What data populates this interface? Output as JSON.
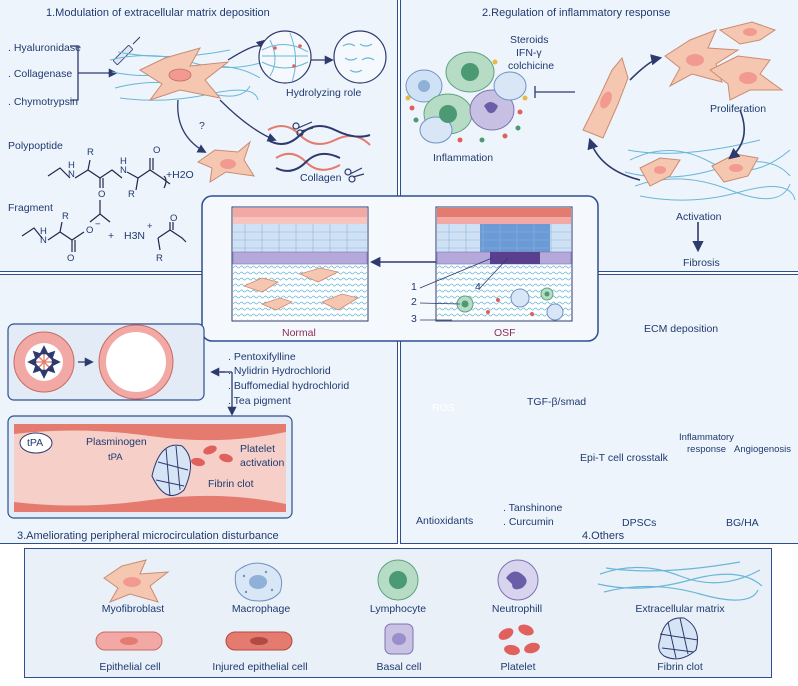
{
  "panel1": {
    "title": "1.Modulation of extracellular matrix deposition",
    "enzymes": [
      ". Hyaluronidase",
      ". Collagenase",
      ". Chymotrypsin"
    ],
    "hydrolyzing": "Hydrolyzing role",
    "question": "?",
    "collagen": "Collagen",
    "polypeptide": "Polypoptide",
    "fragment": "Fragment",
    "r1": "R",
    "r2": "R",
    "r3": "R",
    "r4": "R",
    "h1": "H",
    "h2": "H",
    "n1": "N",
    "n2": "N",
    "plus_h2o": "+H2O",
    "o1": "O",
    "o2": "O",
    "frag_o": "O",
    "frag_o_minus": "O",
    "frag_minus": "−",
    "frag_plus": "+",
    "frag_h3n": "H3N",
    "frag_plus_sup": "+",
    "frag_h": "H",
    "frag_n": "N",
    "frag_o3": "O"
  },
  "panel2": {
    "title": "2.Regulation of inflammatory response",
    "drugs": [
      "Steroids",
      "IFN-γ",
      "colchicine"
    ],
    "inflammation": "Inflammation",
    "proliferation": "Proliferation",
    "activation": "Activation",
    "fibrosis": "Fibrosis"
  },
  "center": {
    "normal": "Normal",
    "osf": "OSF",
    "n1": "1",
    "n2": "2",
    "n3": "3",
    "n4": "4"
  },
  "panel3": {
    "title": "3.Ameliorating peripheral microcirculation disturbance",
    "drugs": [
      ". Pentoxifylline",
      ". Nylidrin Hydrochlorid",
      ". Buffomedial hydrochlorid",
      ". Tea pigment"
    ],
    "tpa": "tPA",
    "plasminogen": "Plasminogen",
    "tpa2": "tPA",
    "platelet_activation_1": "Platelet",
    "platelet_activation_2": "activation",
    "fibrin_clot": "Fibrin clot"
  },
  "panel4": {
    "title": "4.Others",
    "ecm": "ECM deposition",
    "ros": "ROS",
    "tgf": "TGF-β/smad",
    "antioxidants": "Antioxidants",
    "drugs": [
      ". Tanshinone",
      ". Curcumin"
    ],
    "epit": "Epi-T cell crosstalk",
    "dpscs": "DPSCs",
    "inflam_1": "Inflammatory",
    "inflam_2": "response",
    "angio": "Angiogenosis",
    "bgha": "BG/HA"
  },
  "legend": {
    "items": [
      "Myofibroblast",
      "Macrophage",
      "Lymphocyte",
      "Neutrophill",
      "Extracellular matrix",
      "Epithelial cell",
      "Injured epithelial cell",
      "Basal cell",
      "Platelet",
      "Fibrin clot"
    ]
  },
  "colors": {
    "border": "#2d4f8e",
    "panel_bg": "#eef4fb",
    "myofibroblast": "#f6c7b0",
    "epithelial": "#f2a9a6",
    "lymphocyte": "#a9d9c0",
    "basal": "#c9c2e3",
    "platelet": "#e0605d",
    "ecm": "#6ab7d8"
  }
}
